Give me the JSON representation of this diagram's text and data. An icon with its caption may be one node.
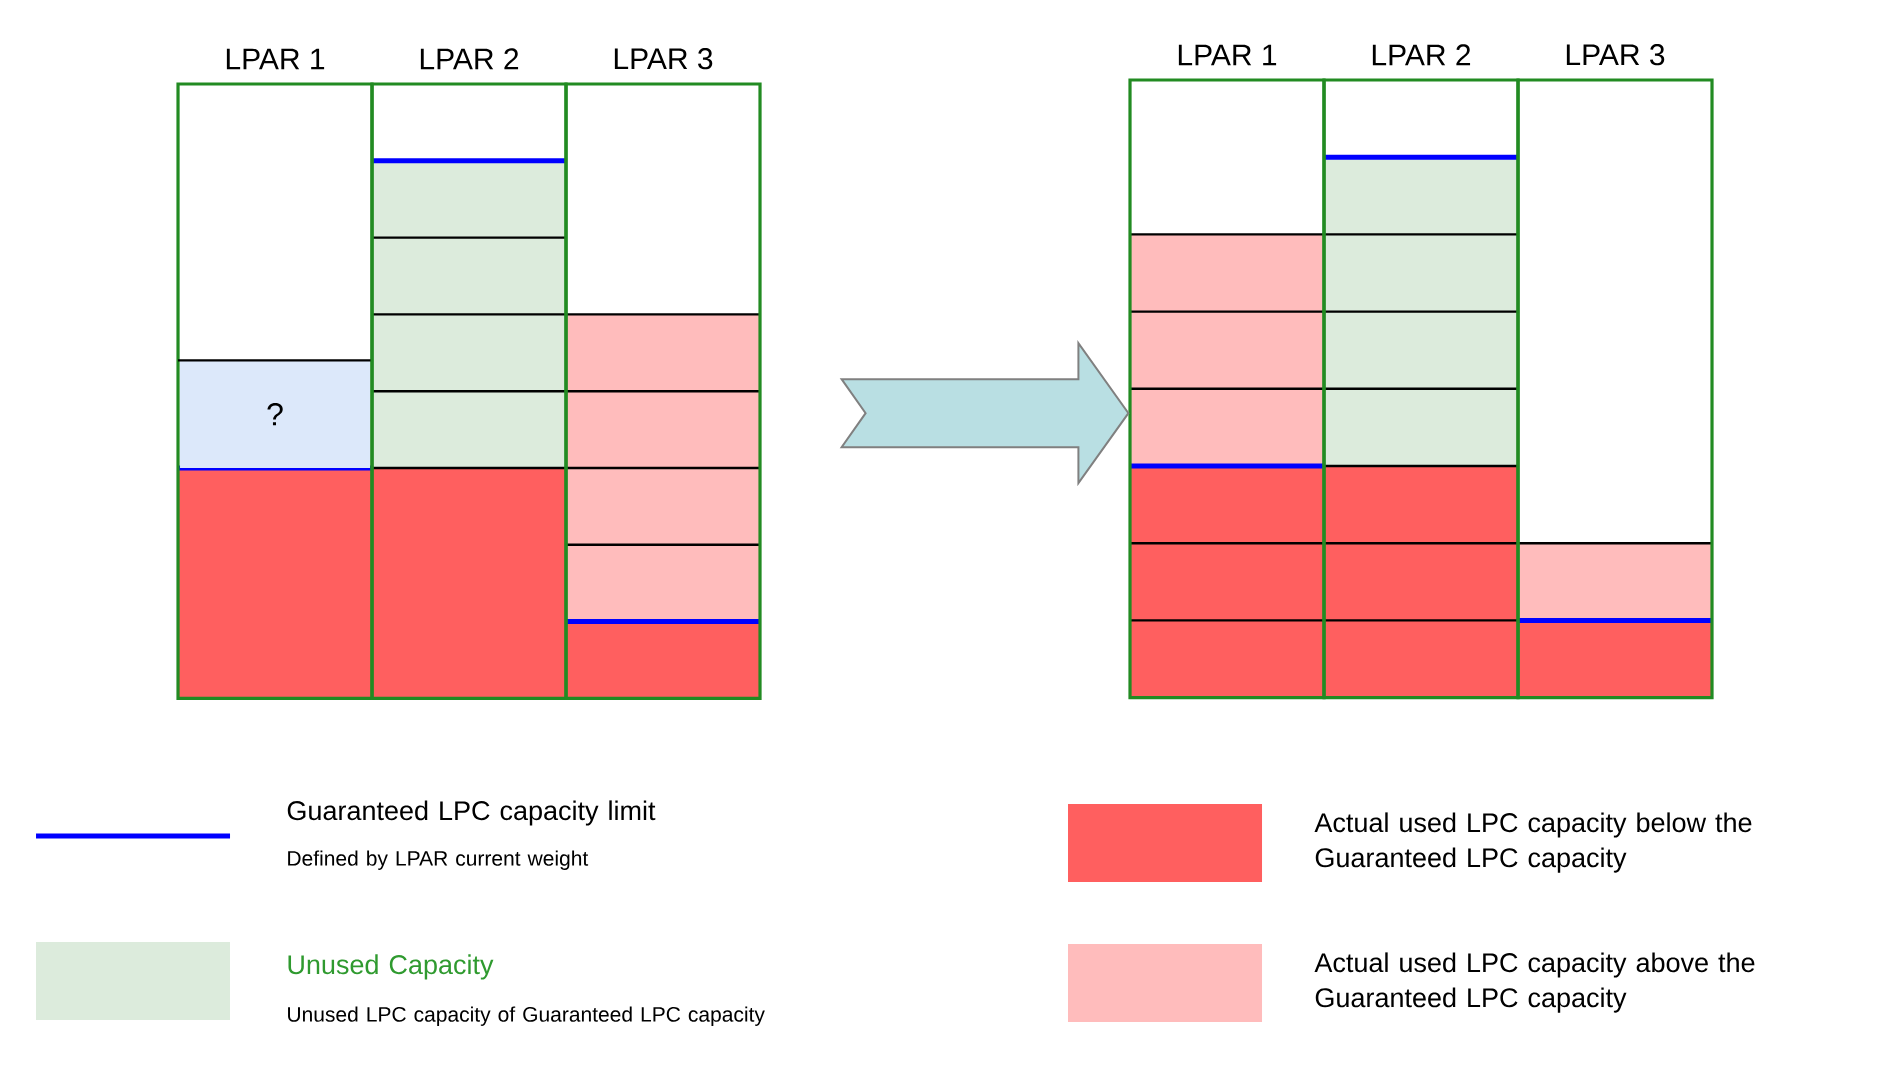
{
  "diagram": {
    "nodes": [
      {
        "text": [
          "LPAR 1"
        ]
      },
      {
        "text": [
          "?"
        ],
        "in": 0
      },
      {
        "text": [
          "LPAR 2"
        ]
      },
      {
        "text": [
          "LPAR 3"
        ]
      },
      {
        "text": [
          "LPAR 1"
        ]
      },
      {
        "text": [
          "LPAR 2"
        ]
      },
      {
        "text": [
          "LPAR 3"
        ]
      }
    ],
    "edges": [
      {
        "from": 3,
        "to": 4,
        "arrow": "to"
      }
    ],
    "labels": [
      "Defined by LPAR current weight",
      "Unused LPC capacity of Guaranteed LPC capacity"
    ],
    "legend": [
      {
        "text": "Guaranteed LPC capacity limit"
      },
      {
        "text": "Unused Capacity",
        "color": "#dcebdc"
      },
      {
        "text": "Actual used LPC capacity below the Guaranteed LPC capacity",
        "color": "#ff5f5f"
      },
      {
        "text": "Actual used LPC capacity above the Guaranteed LPC capacity",
        "color": "#ffbcbc"
      }
    ]
  }
}
